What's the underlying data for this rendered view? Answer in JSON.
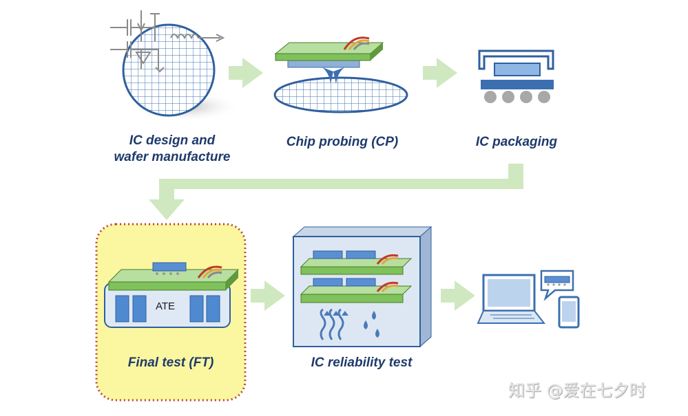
{
  "steps": {
    "design": {
      "line1": "IC design and",
      "line2": "wafer manufacture"
    },
    "cp": {
      "label": "Chip probing (CP)"
    },
    "packaging": {
      "label": "IC packaging"
    },
    "ft": {
      "label": "Final test (FT)",
      "ate": "ATE"
    },
    "reliability": {
      "label": "IC reliability test"
    }
  },
  "watermark": "知乎 @爱在七夕时",
  "colors": {
    "label": "#1f3a6b",
    "board_green": "#9dd27a",
    "chip_blue": "#5b8fd3",
    "arrow_green": "#cfe8c0",
    "ft_highlight": "#fbf7a0",
    "ft_border": "#c0392b"
  },
  "icons": [
    "wafer-icon",
    "probe-card-icon",
    "package-icon",
    "ate-tester-icon",
    "reliability-chamber-icon",
    "laptop-phone-icon"
  ]
}
